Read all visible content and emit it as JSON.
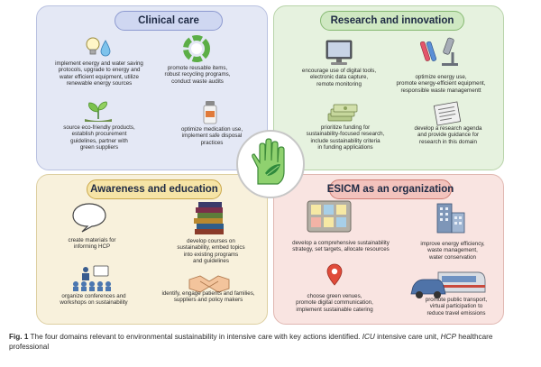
{
  "domains": {
    "clinical_care": {
      "title": "Clinical care",
      "actions": [
        "implement energy and water saving\nprotocols, upgrade to energy and\nwater efficient equipment, utilize\nrenewable energy sources",
        "promote reusable items,\nrobust recycling programs,\nconduct waste audits",
        "source eco-friendly products,\nestablish procurement\nguidelines, partner with\ngreen suppliers",
        "optimize medication use,\nimplement safe disposal\npractices"
      ]
    },
    "research_innovation": {
      "title": "Research and innovation",
      "actions": [
        "encourage use of digital tools,\nelectronic data capture,\nremote monitoring",
        "optimize energy use,\npromote energy-efficient equipment,\nresponsible waste managementt",
        "prioritize funding for\nsustainability-focused research,\ninclude sustainability criteria\nin funding applications",
        "develop a research agenda\nand provide guidance for\nresearch in this domain"
      ]
    },
    "awareness_education": {
      "title": "Awareness and education",
      "actions": [
        "create materials for\ninforming HCP",
        "develop courses on\nsustainability, embed topics\ninto existing programs\nand guidelines",
        "organize conferences and\nworkshops on sustainability",
        "identify, engage patients and families,\nsuppliers and policy makers"
      ]
    },
    "esicm_organization": {
      "title": "ESICM as an organization",
      "actions": [
        "develop a comprehensive sustainability\nstrategy, set targets, allocate resources",
        "improve energy efficiency,\nwaste management,\nwater conservation",
        "choose green venues,\npromote digital communication,\nimplement sustainable catering",
        "promote public transport,\nvirtual participation to\nreduce travel emissions"
      ]
    }
  },
  "icons": {
    "clinical_care": [
      "lightbulb-water-drop-icon",
      "recycle-ring-icon",
      "sprout-hands-icon",
      "medicine-bottle-icon"
    ],
    "research_innovation": [
      "computer-monitor-icon",
      "microscope-test-tubes-icon",
      "money-stack-icon",
      "newspaper-icon"
    ],
    "awareness_education": [
      "speech-bubble-icon",
      "book-stack-icon",
      "conference-audience-icon",
      "handshake-icon"
    ],
    "esicm_organization": [
      "strategy-board-icon",
      "office-buildings-icon",
      "location-pin-icon",
      "train-car-icon"
    ],
    "center": "green-glove-leaf-icon"
  },
  "colors": {
    "clinical_care": "#e4e8f5",
    "research_innovation": "#e6f2df",
    "awareness_education": "#f8f1dc",
    "esicm_organization": "#f9e4e1"
  },
  "caption": {
    "label": "Fig. 1",
    "text": " The four domains relevant to environmental sustainability in intensive care with key actions identified. ",
    "abbr1": "ICU",
    "abbr1_text": " intensive care unit, ",
    "abbr2": "HCP",
    "abbr2_text": " healthcare professional"
  }
}
